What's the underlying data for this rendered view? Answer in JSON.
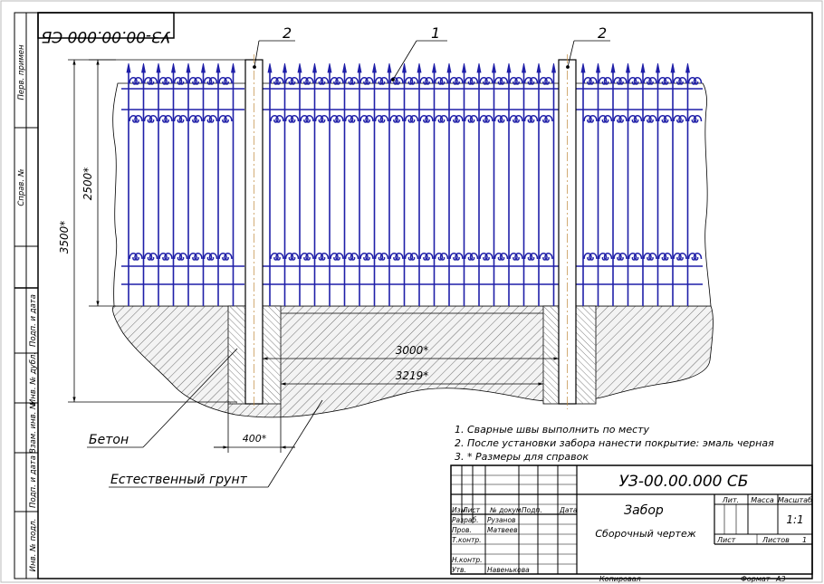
{
  "doc_code": "УЗ-00.00.000 СБ",
  "doc_code_mirror": "УЗ-00.00.000 СБ",
  "title": "Забор",
  "subtitle": "Сборочный чертеж",
  "leaders": {
    "fence": "1",
    "post_left": "2",
    "post_right": "2"
  },
  "dims": {
    "total_height": "3500*",
    "fence_height": "2500*",
    "span_inner": "3000*",
    "span_outer": "3219*",
    "footing_width": "400*"
  },
  "materials": {
    "concrete": "Бетон",
    "soil": "Естественный грунт"
  },
  "notes": [
    "1. Сварные  швы выполнить по месту",
    "2. После установки забора нанести покрытие: эмаль черная",
    "3.  * Размеры для справок"
  ],
  "side_strip": {
    "perv_primen": "Перв. примен",
    "sprav_no": "Справ. №",
    "podp_data_1": "Подп. и дата",
    "inv_dubl": "Инв. № дубл.",
    "vzam_inv": "Взам. инв. №",
    "podp_data_2": "Подп. и дата",
    "inv_podl": "Инв. № подл."
  },
  "title_block": {
    "hdr": {
      "izm": "Изм",
      "list": "Лист",
      "doc": "№ докум.",
      "podp": "Подп.",
      "data": "Дата"
    },
    "roles": [
      "Разраб.",
      "Пров.",
      "Т.контр.",
      "",
      "Н.контр.",
      "Утв."
    ],
    "names": [
      "Рузанов",
      "Матвеев",
      "",
      "",
      "",
      "Навенькова"
    ],
    "lit_label": "Лит.",
    "mass_label": "Масса",
    "scale_label": "Масштаб",
    "scale": "1:1",
    "sheet_label": "Лист",
    "sheets_label": "Листов",
    "sheets_value": "1"
  },
  "footer": {
    "copied": "Копировал",
    "format_label": "Формат",
    "format_value": "А3"
  },
  "colors": {
    "fence": "#1f1fa8",
    "line": "#000000",
    "hatch": "#6f6f6f",
    "soil_bg": "#f3f3f3"
  }
}
